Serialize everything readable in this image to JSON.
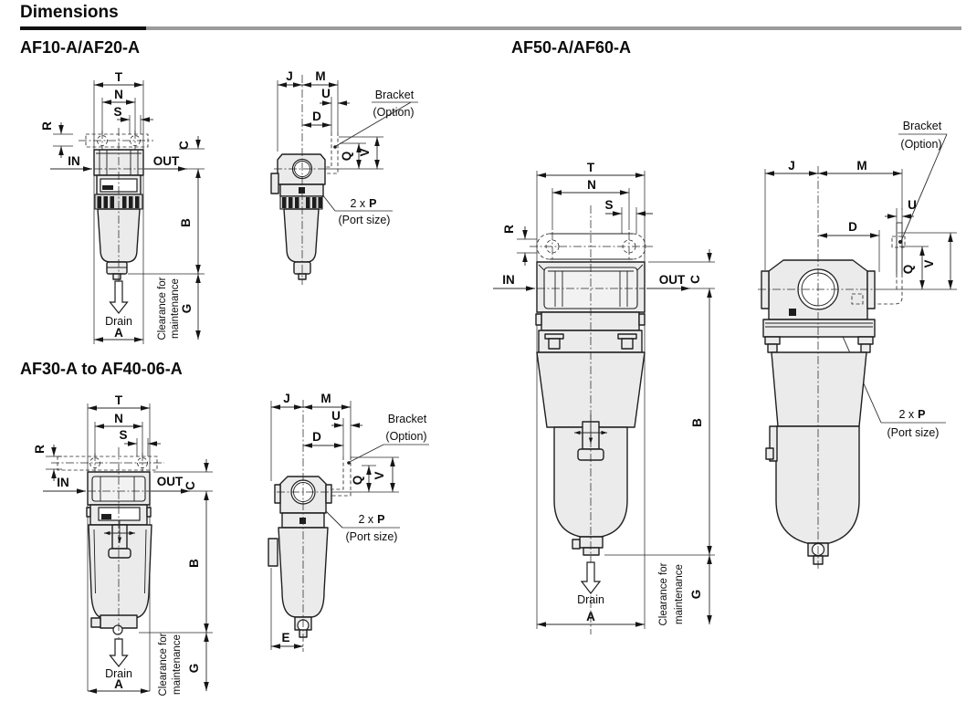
{
  "header": {
    "title": "Dimensions"
  },
  "sections": {
    "af10": {
      "title": "AF10-A/AF20-A"
    },
    "af30": {
      "title": "AF30-A to AF40-06-A"
    },
    "af50": {
      "title": "AF50-A/AF60-A"
    }
  },
  "dims": {
    "T": "T",
    "N": "N",
    "S": "S",
    "R": "R",
    "C": "C",
    "B": "B",
    "G": "G",
    "A": "A",
    "J": "J",
    "M": "M",
    "U": "U",
    "D": "D",
    "Q": "Q",
    "V": "V",
    "E": "E",
    "P": "P"
  },
  "flow": {
    "in": "IN",
    "out": "OUT"
  },
  "notes": {
    "drain": "Drain",
    "bracket1": "Bracket",
    "bracket2": "(Option)",
    "port_qty": "2 x",
    "port_size": "(Port size)",
    "clearance1": "Clearance for",
    "clearance2": "maintenance"
  },
  "colors": {
    "line": "#1f1f1f",
    "fill": "#ebebeb",
    "rule_black": "#111111",
    "rule_gray": "#9b9b9b"
  }
}
